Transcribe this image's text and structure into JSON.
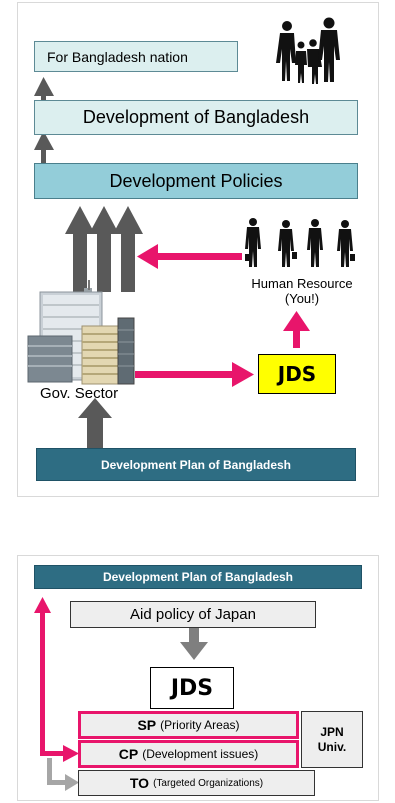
{
  "top_diagram": {
    "for_nation": "For Bangladesh nation",
    "development_of_bangladesh": "Development of Bangladesh",
    "development_policies": "Development Policies",
    "human_resource_line1": "Human Resource",
    "human_resource_line2": "(You!)",
    "jds": "JDS",
    "gov_sector": "Gov. Sector",
    "development_plan": "Development Plan of Bangladesh"
  },
  "bottom_diagram": {
    "development_plan": "Development Plan of Bangladesh",
    "aid_policy": "Aid policy of Japan",
    "jds": "JDS",
    "sp_abbr": "SP",
    "sp_desc": "(Priority Areas)",
    "cp_abbr": "CP",
    "cp_desc": "(Development issues)",
    "to_abbr": "TO",
    "to_desc": "(Targeted Organizations)",
    "jpn_univ_line1": "JPN",
    "jpn_univ_line2": "Univ."
  },
  "colors": {
    "pink_arrow": "#e8156b",
    "gray_arrow": "#595959",
    "light_gray_arrow": "#a6a6a6",
    "teal_box": "#93cdd9",
    "light_blue_box": "#dcefef",
    "dark_teal_box": "#2e6d83",
    "jds_yellow": "#ffff00"
  },
  "icons": [
    "family-silhouette-icon",
    "businesspeople-silhouette-icon",
    "office-buildings-icon"
  ]
}
